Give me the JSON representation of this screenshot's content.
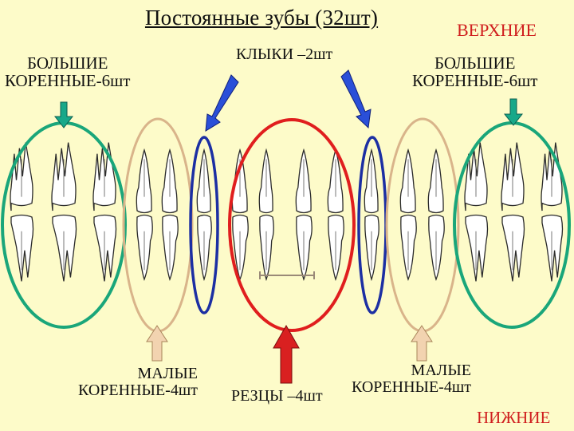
{
  "title": "Постоянные зубы (32шт)",
  "upper_label": "ВЕРХНИЕ",
  "lower_label": "НИЖНИЕ",
  "groups": {
    "large_molars_left": {
      "line1": "БОЛЬШИЕ",
      "line2": "КОРЕННЫЕ-6шт"
    },
    "large_molars_right": {
      "line1": "БОЛЬШИЕ",
      "line2": "КОРЕННЫЕ-6шт"
    },
    "canines": {
      "label": "КЛЫКИ –2шт"
    },
    "small_molars_left": {
      "line1": "МАЛЫЕ",
      "line2": "КОРЕННЫЕ-4шт"
    },
    "incisors": {
      "label": "РЕЗЦЫ –4шт"
    },
    "small_molars_right": {
      "line1": "МАЛЫЕ",
      "line2": "КОРЕННЫЕ-4шт"
    }
  },
  "colors": {
    "background": "#fdfbc9",
    "molar_ring": "#1aa67a",
    "premolar_ring": "#d9b48a",
    "canine_ring": "#1c2fa3",
    "incisor_ring": "#e01e1e",
    "canine_arrow": "#2a4fd8",
    "incisor_arrow": "#d92020",
    "molar_arrow": "#18a889",
    "premolar_arrow": "#f2d3b0",
    "label_red": "#d01f1f"
  }
}
